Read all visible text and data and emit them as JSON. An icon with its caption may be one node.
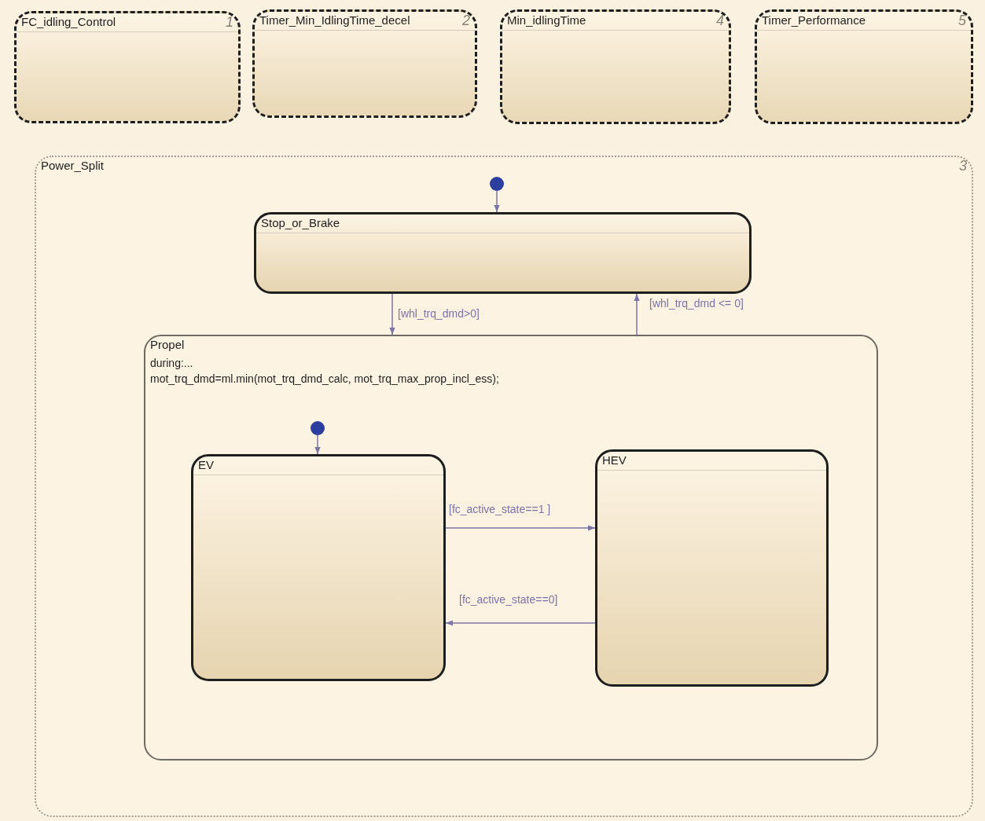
{
  "diagram": {
    "nodes": [
      {
        "text": [
          "FC_idling_Control",
          "1"
        ]
      },
      {
        "text": [
          "Timer_Min_IdlingTime_decel",
          "2"
        ]
      },
      {
        "text": [
          "Min_idlingTime",
          "4"
        ]
      },
      {
        "text": [
          "Timer_Performance",
          "5"
        ]
      },
      {
        "text": [
          "Power_Split",
          "3"
        ]
      },
      {
        "text": [],
        "shape": "circle",
        "in": 4
      },
      {
        "text": [
          "Stop_or_Brake"
        ],
        "in": 4
      },
      {
        "text": [
          "Propel",
          "during:...",
          "mot_trq_dmd=ml.min(mot_trq_dmd_calc, mot_trq_max_prop_incl_ess);"
        ],
        "in": 4
      },
      {
        "text": [],
        "shape": "circle",
        "in": 7
      },
      {
        "text": [
          "EV"
        ],
        "in": 7
      },
      {
        "text": [
          "HEV"
        ],
        "in": 7
      }
    ],
    "edges": [
      {
        "from": 5,
        "to": 6,
        "arrow": "to"
      },
      {
        "from": 6,
        "to": 7,
        "label": "[whl_trq_dmd>0]",
        "arrow": "to"
      },
      {
        "from": 7,
        "to": 6,
        "label": "[whl_trq_dmd <= 0]",
        "arrow": "to"
      },
      {
        "from": 8,
        "to": 9,
        "arrow": "to"
      },
      {
        "from": 9,
        "to": 10,
        "label": "[fc_active_state==1 ]",
        "arrow": "to"
      },
      {
        "from": 10,
        "to": 9,
        "label": "[fc_active_state==0]",
        "arrow": "to"
      }
    ]
  }
}
